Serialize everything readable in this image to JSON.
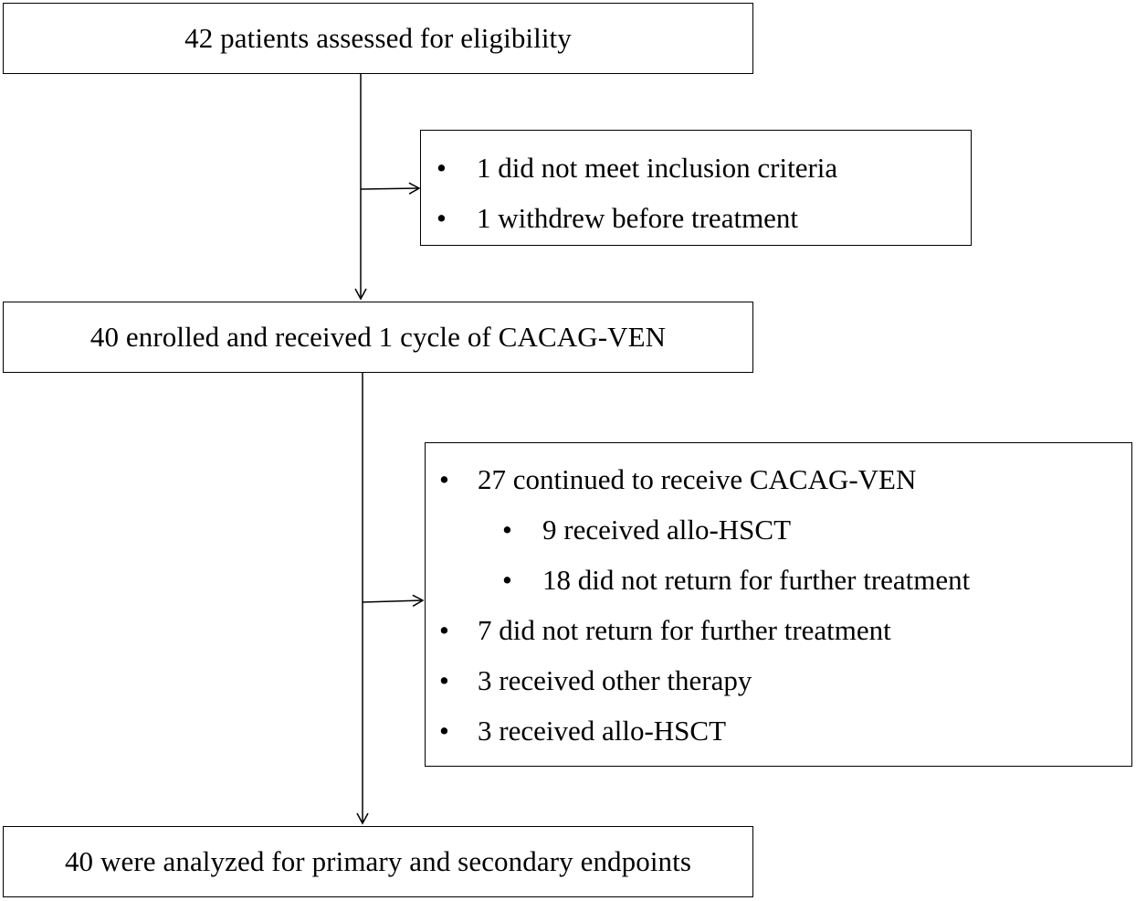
{
  "boxes": {
    "assessed": "42 patients assessed for eligibility",
    "enrolled": "40 enrolled and received 1 cycle of CACAG-VEN",
    "analyzed": "40 were analyzed for primary and secondary endpoints"
  },
  "exclusions": {
    "bullet": "•",
    "items": [
      "1 did not meet inclusion criteria",
      "1 withdrew before treatment"
    ]
  },
  "followup": {
    "bullet": "•",
    "items": [
      {
        "level": 1,
        "text": "27 continued to receive CACAG-VEN"
      },
      {
        "level": 2,
        "text": "9 received allo-HSCT"
      },
      {
        "level": 2,
        "text": "18 did not return for further treatment"
      },
      {
        "level": 1,
        "text": "7 did not return for further treatment"
      },
      {
        "level": 1,
        "text": "3 received other therapy"
      },
      {
        "level": 1,
        "text": "3 received allo-HSCT"
      }
    ]
  },
  "colors": {
    "line": "#000000",
    "background": "#ffffff"
  }
}
